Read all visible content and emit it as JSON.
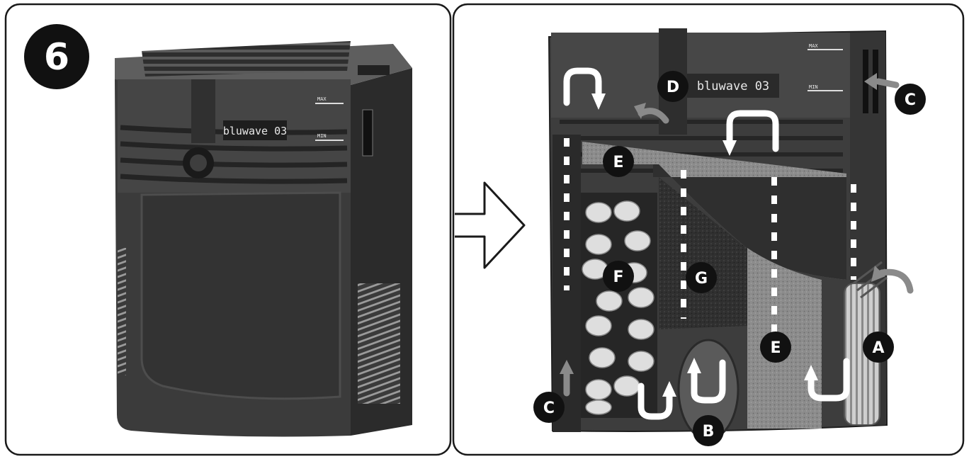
{
  "step": {
    "number": "6"
  },
  "left_panel": {
    "brand_text": "bluwave 03",
    "max_mark": "MAX",
    "min_mark": "MIN"
  },
  "right_panel": {
    "brand_text": "bluwave 03",
    "max_mark": "MAX",
    "min_mark": "MIN",
    "labels": {
      "a": "A",
      "b": "B",
      "c_top": "C",
      "c_bottom": "C",
      "d": "D",
      "e_top": "E",
      "e_bottom": "E",
      "f": "F",
      "g": "G"
    }
  },
  "colors": {
    "frame": "#1a1a1a",
    "body_dark": "#3a3a3a",
    "body_mid": "#555555",
    "sponge_light": "#8a8a8a",
    "sponge_dark": "#2c2c2c",
    "ceramic": "#dcdcdc",
    "arrow": "#ffffff",
    "label_bg": "#111111"
  },
  "icons": {
    "next_arrow": "right-hollow-arrow-icon",
    "flow_arrow": "curved-arrow-icon"
  }
}
